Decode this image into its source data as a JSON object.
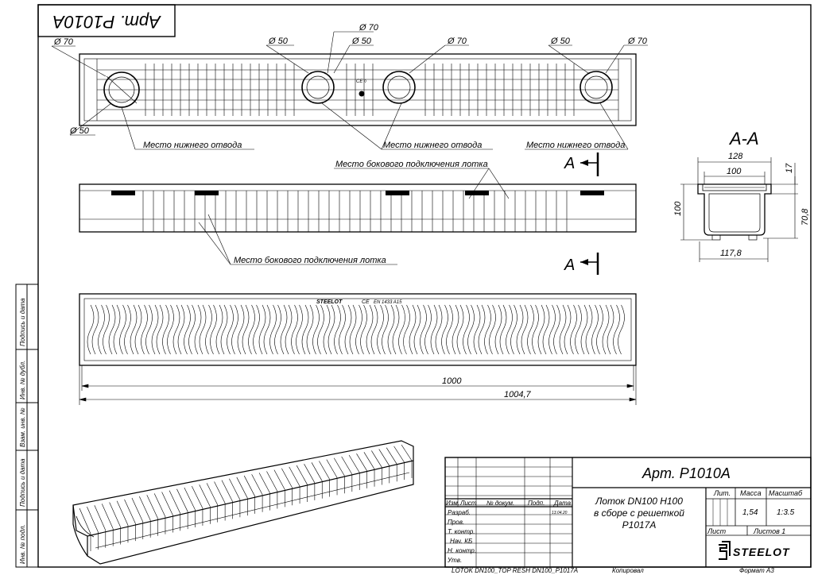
{
  "drawing": {
    "article_top": "Арт. Р1010А",
    "lower_outlet_label": "Место нижнего отвода",
    "side_connection_label": "Место бокового подключения лотка",
    "phi70": "Ø 70",
    "phi50": "Ø 50",
    "section_title": "А-А",
    "section_marker": "А",
    "dim_128": "128",
    "dim_100w": "100",
    "dim_17": "17",
    "dim_100h": "100",
    "dim_70_8": "70,8",
    "dim_117_8": "117,8",
    "dim_1000": "1000",
    "dim_1004_7": "1004,7",
    "grate_mark_brand": "STEELOT",
    "grate_mark_ce": "CE",
    "grate_mark_std": "EN 1433 A15"
  },
  "side_stamp": {
    "cells": [
      "Подпись и дата",
      "Инв. № дубл.",
      "Взам. инв. №",
      "Подпись и дата",
      "Инв. № подл."
    ]
  },
  "title_block": {
    "article": "Арт. Р1010А",
    "description_lines": [
      "Лоток DN100 H100",
      "в сборе с решеткой",
      "Р1017А"
    ],
    "col_headers": [
      "Изм.",
      "Лист",
      "№ докум.",
      "Подп.",
      "Дата"
    ],
    "roles": [
      "Разраб.",
      "Пров.",
      "Т. контр.",
      "Нач. КБ",
      "Н. контр.",
      "Утв."
    ],
    "date_value": "13.04.20",
    "lit_label": "Лит.",
    "mass_label": "Масса",
    "scale_label": "Масштаб",
    "mass_value": "1,54",
    "scale_value": "1:3.5",
    "sheet_label": "Лист",
    "sheets_label": "Листов 1",
    "company": "STEELOT"
  },
  "footer": {
    "file_name": "LOTOK DN100_TOP  RESH DN100_P1017A",
    "copied": "Копировал",
    "format": "Формат А3"
  }
}
